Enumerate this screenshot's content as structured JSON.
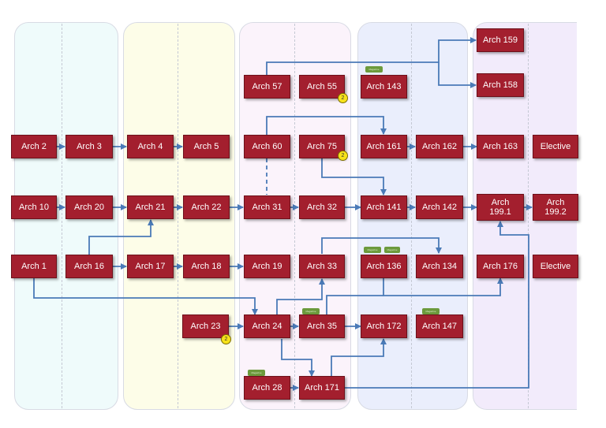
{
  "colors": {
    "node_fill": "#a31f2e",
    "arrow": "#4a7ab7",
    "tag": "#6c9a3c",
    "note_badge": "#f7e21b",
    "bands": [
      "#effbfb",
      "#fdfde8",
      "#fbf3fb",
      "#eaeefc",
      "#f2ebfb"
    ]
  },
  "nodes": {
    "arch2": "Arch 2",
    "arch3": "Arch 3",
    "arch4": "Arch 4",
    "arch5": "Arch 5",
    "arch10": "Arch 10",
    "arch20": "Arch 20",
    "arch21": "Arch 21",
    "arch22": "Arch 22",
    "arch1": "Arch 1",
    "arch16": "Arch 16",
    "arch17": "Arch 17",
    "arch18": "Arch 18",
    "arch23": "Arch 23",
    "arch57": "Arch 57",
    "arch55": "Arch 55",
    "arch60": "Arch 60",
    "arch75": "Arch 75",
    "arch31": "Arch 31",
    "arch32": "Arch 32",
    "arch19": "Arch 19",
    "arch33": "Arch 33",
    "arch24": "Arch 24",
    "arch35": "Arch 35",
    "arch28": "Arch 28",
    "arch171": "Arch 171",
    "arch143": "Arch 143",
    "arch161": "Arch 161",
    "arch162": "Arch 162",
    "arch141": "Arch 141",
    "arch142": "Arch 142",
    "arch136": "Arch 136",
    "arch134": "Arch 134",
    "arch172": "Arch 172",
    "arch147": "Arch 147",
    "arch159": "Arch 159",
    "arch158": "Arch 158",
    "arch163": "Arch 163",
    "arch1991": "Arch\n199.1",
    "arch176": "Arch 176",
    "elective1": "Elective",
    "arch1992": "Arch\n199.2",
    "elective2": "Elective"
  },
  "note_badges": {
    "arch55": "2",
    "arch75": "2",
    "arch23": "2"
  }
}
